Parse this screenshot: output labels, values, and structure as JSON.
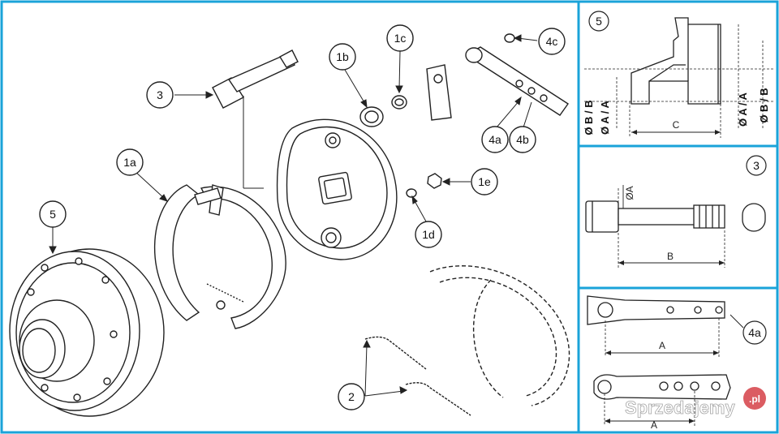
{
  "callouts": {
    "c3": "3",
    "c1a": "1a",
    "c5": "5",
    "c1b": "1b",
    "c1c": "1c",
    "c4c": "4c",
    "c4a": "4a",
    "c4b": "4b",
    "c1e": "1e",
    "c1d": "1d",
    "c2": "2"
  },
  "panel_hub": {
    "number": "5",
    "dims": {
      "b_left": "Ø B / B",
      "a_left": "Ø A / A",
      "c": "C",
      "a_right": "Ø A / A",
      "b_right": "Ø B / B"
    }
  },
  "panel_shaft": {
    "number": "3",
    "dims": {
      "a": "ØA",
      "b": "B"
    }
  },
  "panel_lever": {
    "label": "4a",
    "dims": {
      "a_top": "A",
      "a_bottom": "A"
    }
  },
  "watermark": {
    "text": "Sprzedajemy",
    "badge": ".pl"
  },
  "colors": {
    "frame_blue": "#1aa3d9",
    "line": "#222222",
    "badge_red": "#d0262e"
  }
}
